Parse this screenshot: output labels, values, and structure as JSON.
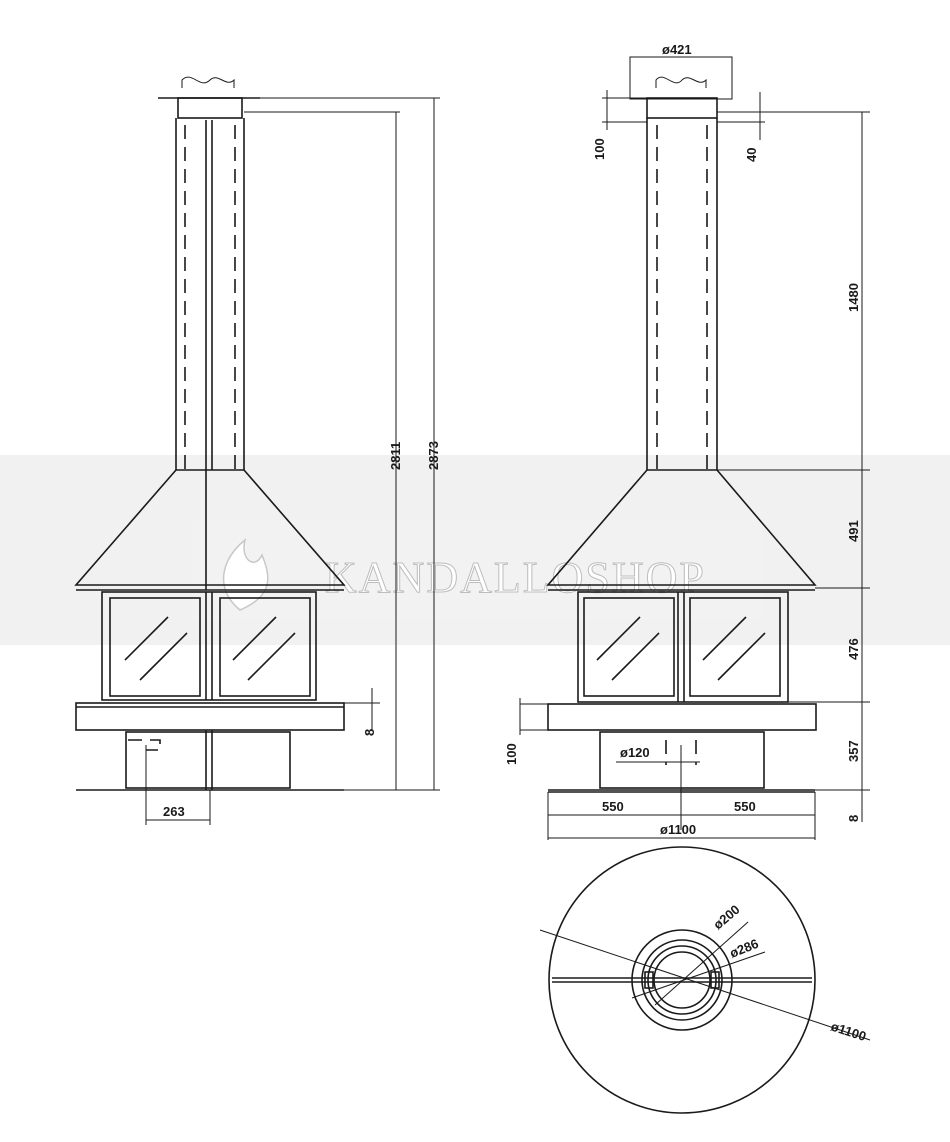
{
  "watermark": {
    "text": "KANDALLOSHOP"
  },
  "front_view": {
    "dims": {
      "total_height": "2873",
      "inner_height": "2811",
      "base_offset": "8",
      "base_depth": "263"
    }
  },
  "side_view": {
    "dims": {
      "cap_diameter": "ø421",
      "cap_height": "100",
      "collar": "40",
      "flue_height": "1480",
      "hood_height": "491",
      "firebox_height": "476",
      "base_height": "357",
      "floor_plate": "8",
      "plinth_step": "100",
      "outlet_diameter": "ø120",
      "half_left": "550",
      "half_right": "550",
      "base_diameter": "ø1100"
    }
  },
  "top_view": {
    "dims": {
      "inner_ring": "ø200",
      "outer_ring": "ø286",
      "overall": "ø1100"
    }
  },
  "colors": {
    "line": "#1a1a1a",
    "watermark": "#bdbdbd"
  }
}
